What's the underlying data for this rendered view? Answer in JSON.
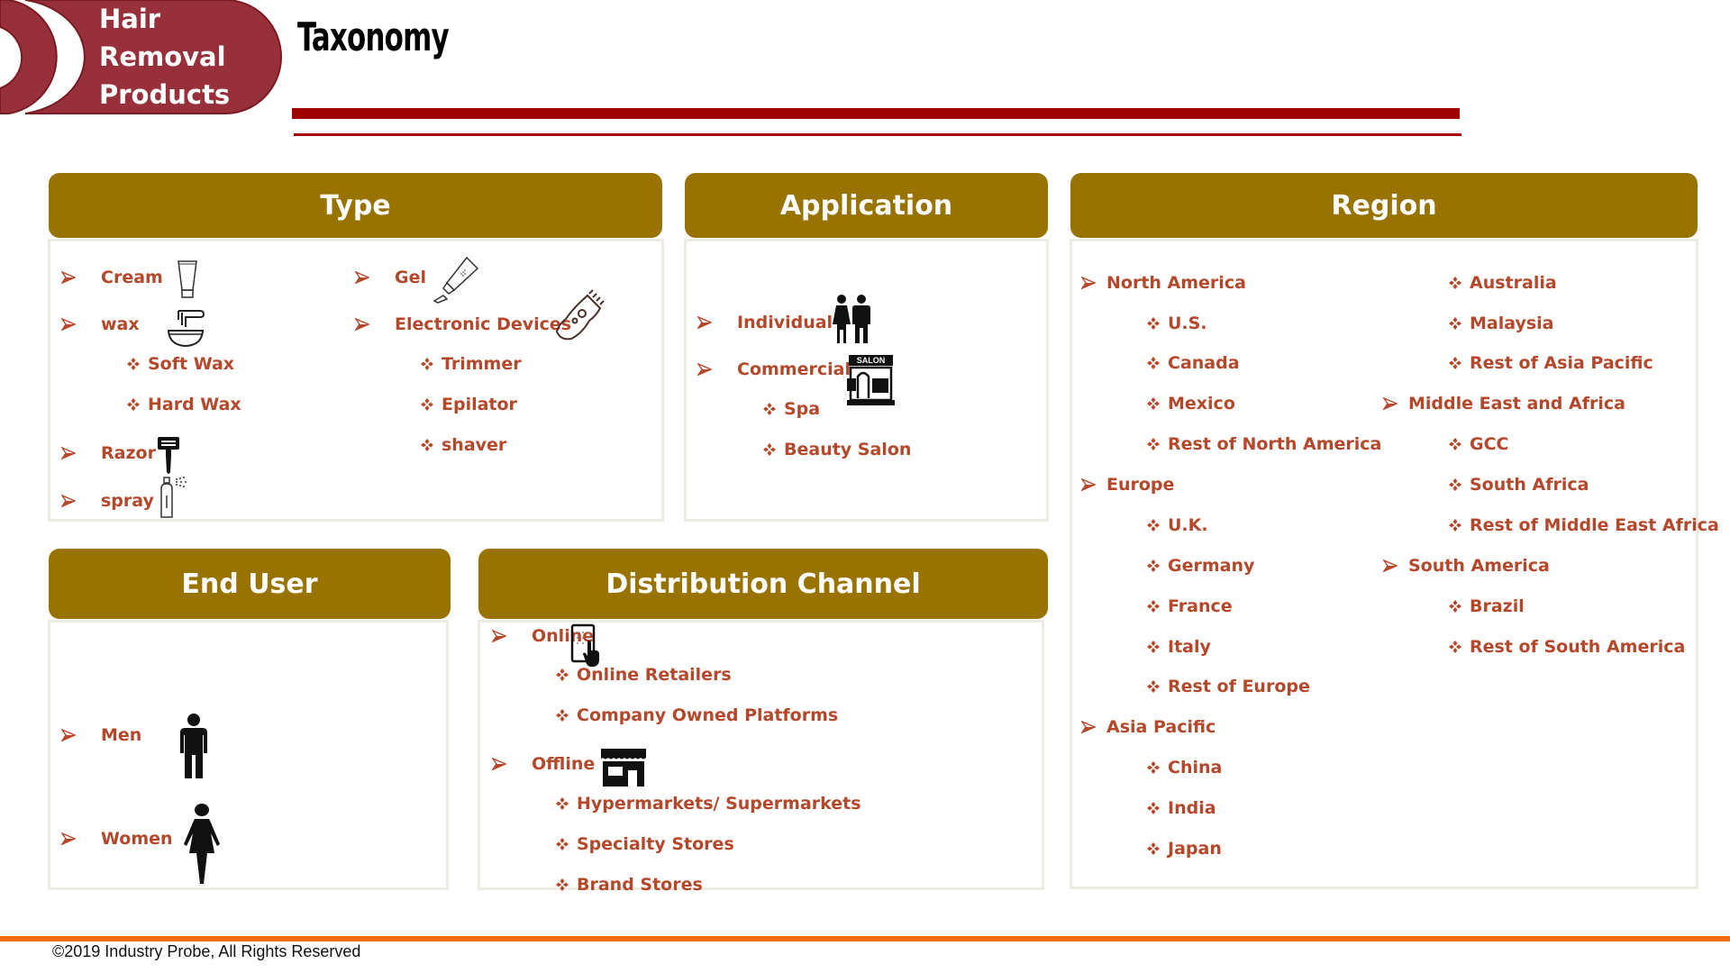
{
  "header": {
    "logo_lines": [
      "Hair",
      "Removal",
      "Products"
    ],
    "title": "Taxonomy"
  },
  "colors": {
    "logo_fill": "#97303b",
    "rule": "#a00000",
    "panel_header": "#987300",
    "item_text": "#b5472a",
    "panel_border": "#eeebe2",
    "footer_rule": "#ee6a0a"
  },
  "type": {
    "title": "Type",
    "left": [
      {
        "label": "Cream",
        "icon": "cream-tube-icon"
      },
      {
        "label": "wax",
        "icon": "wax-bowl-icon",
        "children": [
          "Soft Wax",
          "Hard Wax"
        ]
      },
      {
        "label": "Razor",
        "icon": "razor-icon"
      },
      {
        "label": "spray",
        "icon": "spray-can-icon"
      }
    ],
    "right": [
      {
        "label": "Gel",
        "icon": "gel-tube-icon"
      },
      {
        "label": "Electronic Devices",
        "icon": "trimmer-icon",
        "children": [
          "Trimmer",
          "Epilator",
          "shaver"
        ]
      }
    ]
  },
  "application": {
    "title": "Application",
    "items": [
      {
        "label": "Individual",
        "icon": "couple-icon"
      },
      {
        "label": "Commercial",
        "icon": "salon-icon",
        "icon_text": "SALON",
        "children": [
          "Spa",
          "Beauty Salon"
        ]
      }
    ]
  },
  "region": {
    "title": "Region",
    "groups": [
      {
        "label": "North America",
        "children": [
          "U.S.",
          "Canada",
          "Mexico",
          "Rest of North America"
        ]
      },
      {
        "label": "Europe",
        "children": [
          "U.K.",
          "Germany",
          "France",
          "Italy",
          "Rest of Europe"
        ]
      },
      {
        "label": "Asia Pacific",
        "children": [
          "China",
          "India",
          "Japan",
          "Australia",
          "Malaysia",
          "Rest of Asia Pacific"
        ]
      },
      {
        "label": "Middle East and Africa",
        "children": [
          "GCC",
          "South Africa",
          "Rest of Middle East Africa"
        ]
      },
      {
        "label": "South America",
        "children": [
          "Brazil",
          "Rest of South America"
        ]
      }
    ]
  },
  "end_user": {
    "title": "End User",
    "items": [
      {
        "label": "Men",
        "icon": "man-icon"
      },
      {
        "label": "Women",
        "icon": "woman-icon"
      }
    ]
  },
  "distribution": {
    "title": "Distribution Channel",
    "items": [
      {
        "label": "Online",
        "icon": "tablet-touch-icon",
        "children": [
          "Online Retailers",
          "Company Owned Platforms"
        ]
      },
      {
        "label": "Offline",
        "icon": "storefront-icon",
        "children": [
          "Hypermarkets/ Supermarkets",
          "Specialty Stores",
          "Brand Stores"
        ]
      }
    ]
  },
  "footer": {
    "copyright": "©2019 Industry Probe, All Rights Reserved"
  }
}
